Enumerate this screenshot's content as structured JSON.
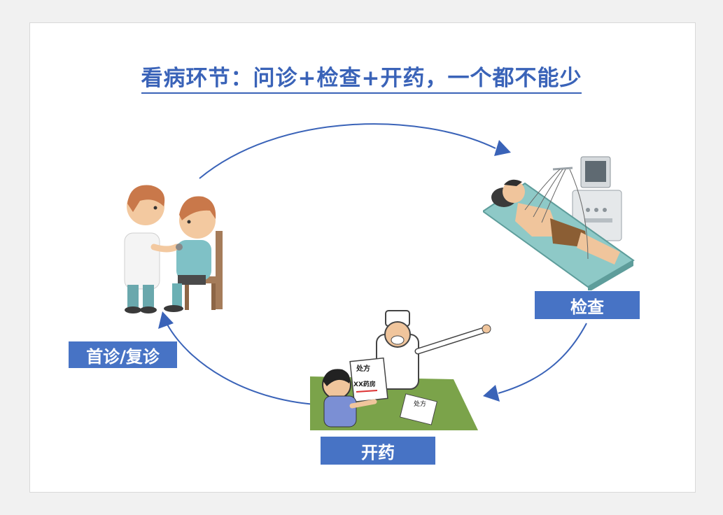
{
  "title": "看病环节：问诊+检查+开药，一个都不能少",
  "stages": {
    "consult": "首诊/复诊",
    "exam": "检查",
    "prescribe": "开药"
  },
  "prescription_sheet": {
    "heading": "处方",
    "pharmacy": "XX药房"
  },
  "small_sheet": {
    "heading": "处方"
  },
  "colors": {
    "accent": "#4773c5",
    "arrow": "#3a63b8"
  }
}
